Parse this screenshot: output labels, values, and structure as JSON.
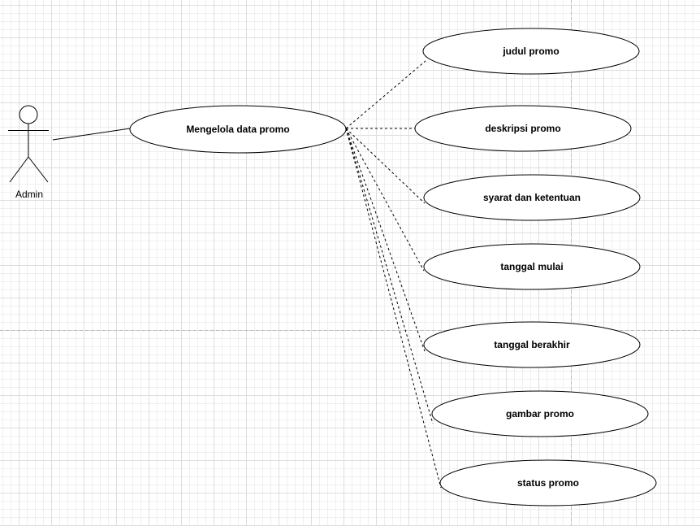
{
  "actor": {
    "label": "Admin"
  },
  "main_use_case": {
    "label": "Mengelola data promo"
  },
  "sub_use_cases": [
    {
      "label": "judul promo"
    },
    {
      "label": "deskripsi promo"
    },
    {
      "label": "syarat dan ketentuan"
    },
    {
      "label": "tanggal mulai"
    },
    {
      "label": "tanggal berakhir"
    },
    {
      "label": "gambar promo"
    },
    {
      "label": "status promo"
    }
  ]
}
